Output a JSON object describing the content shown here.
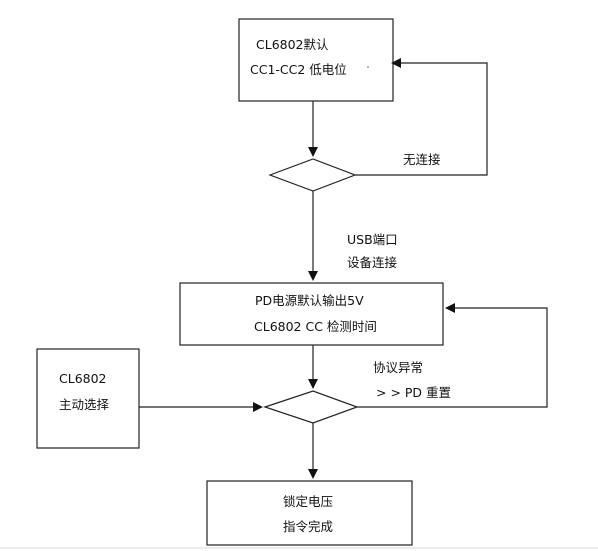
{
  "nodes": {
    "default_low": {
      "line1": "CL6802默认",
      "line2": "CC1-CC2 低电位"
    },
    "decision_connect": {
      "text": ""
    },
    "pd_default_output": {
      "line1": "PD电源默认输出5V",
      "line2": "CL6802 CC 检测时间"
    },
    "active_select": {
      "line1": "CL6802",
      "line2": "主动选择"
    },
    "decision_protocol": {
      "text": ""
    },
    "lock_voltage": {
      "line1": "锁定电压",
      "line2": "指令完成"
    }
  },
  "labels": {
    "no_connection": "无连接",
    "usb_port": "USB端口",
    "device_connected": "设备连接",
    "protocol_exception": "协议异常",
    "pd_reset": "> > PD 重置"
  },
  "colors": {
    "stroke": "#222222",
    "text": "#111111",
    "background": "#ffffff"
  }
}
